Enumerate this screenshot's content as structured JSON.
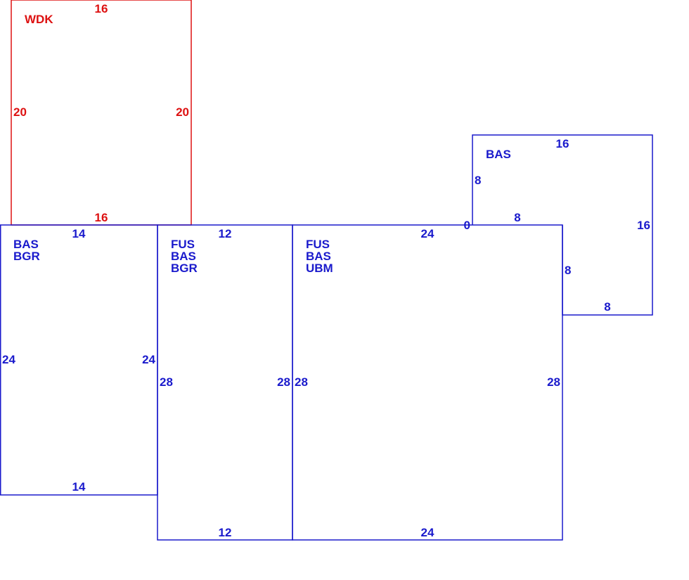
{
  "colors": {
    "blue": "#1a1acc",
    "red": "#dd1111"
  },
  "areas": {
    "wdk": {
      "codes": [
        "WDK"
      ],
      "dims": {
        "top": "16",
        "bottom": "16",
        "left": "20",
        "right": "20"
      }
    },
    "bas_bgr": {
      "codes": [
        "BAS",
        "BGR"
      ],
      "dims": {
        "top": "14",
        "bottom": "14",
        "left": "24",
        "right": "24"
      }
    },
    "fus_bas_bgr": {
      "codes": [
        "FUS",
        "BAS",
        "BGR"
      ],
      "dims": {
        "top": "12",
        "bottom": "12",
        "left": "28",
        "right": "28"
      }
    },
    "fus_bas_ubm": {
      "codes": [
        "FUS",
        "BAS",
        "UBM"
      ],
      "dims": {
        "top": "24",
        "bottom": "24",
        "left": "28",
        "right": "28"
      }
    },
    "bas_addition": {
      "codes": [
        "BAS"
      ],
      "dims": {
        "top": "16",
        "left": "8",
        "zero": "0",
        "inner_top": "8",
        "right": "16",
        "inner_right": "8",
        "bottom": "8"
      }
    }
  }
}
